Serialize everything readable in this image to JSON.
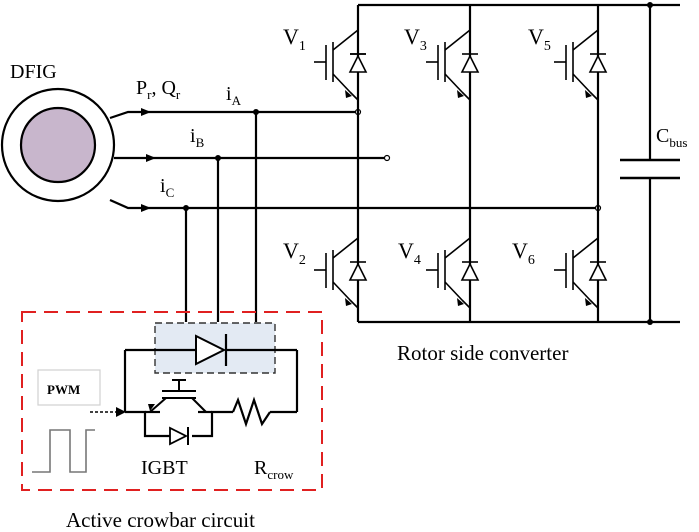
{
  "labels": {
    "dfig": "DFIG",
    "pq_p": "P",
    "pq_p_sub": "r",
    "pq_sep": ", Q",
    "pq_q_sub": "r",
    "ia": "i",
    "ia_sub": "A",
    "ib": "i",
    "ib_sub": "B",
    "ic": "i",
    "ic_sub": "C",
    "v1": "V",
    "v1_sub": "1",
    "v2": "V",
    "v2_sub": "2",
    "v3": "V",
    "v3_sub": "3",
    "v4": "V",
    "v4_sub": "4",
    "v5": "V",
    "v5_sub": "5",
    "v6": "V",
    "v6_sub": "6",
    "cbus": "C",
    "cbus_sub": "bus",
    "rotor_converter": "Rotor side converter",
    "pwm": "PWM",
    "igbt": "IGBT",
    "rcrow": "R",
    "rcrow_sub": "crow",
    "crowbar_title": "Active crowbar circuit"
  },
  "colors": {
    "generator_fill": "#c8b6cc",
    "dash_box": "#e02020",
    "rectifier_fill": "#e3eaf3"
  }
}
